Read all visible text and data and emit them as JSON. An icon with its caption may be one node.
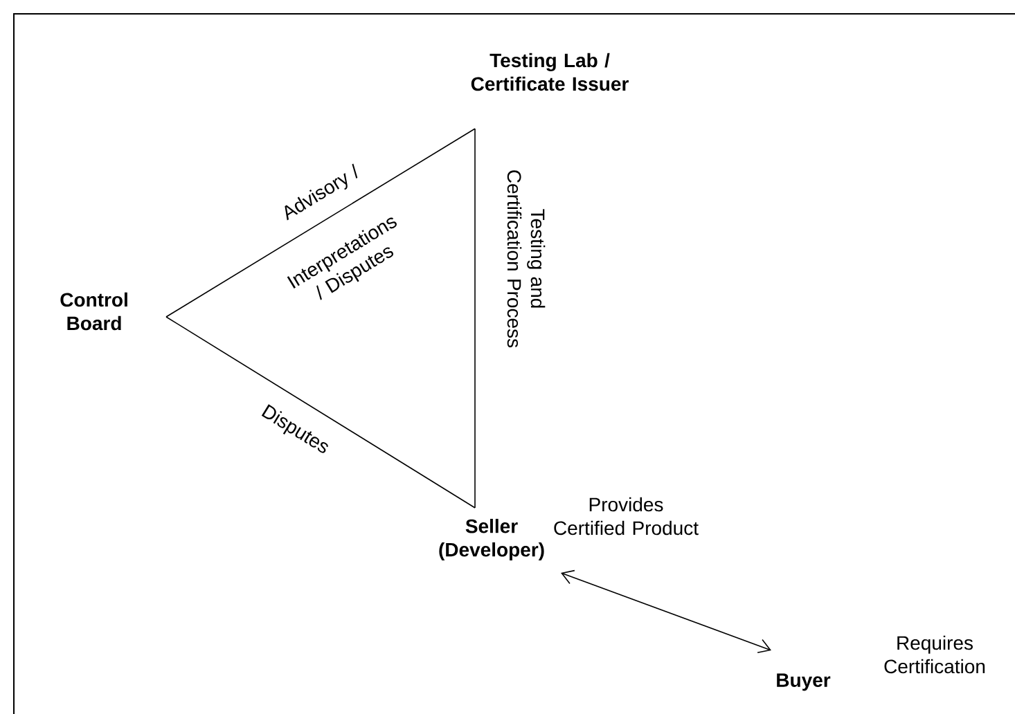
{
  "diagram": {
    "nodes": [
      {
        "text": [
          "Control Board"
        ]
      },
      {
        "text": [
          "Testing Lab / Certificate Issuer"
        ]
      },
      {
        "text": [
          "Seller (Developer)"
        ],
        "beside": [
          "Provides Certified Product"
        ]
      },
      {
        "text": [
          "Buyer"
        ],
        "beside": [
          "Requires Certification"
        ]
      }
    ],
    "edges": [
      {
        "from": 0,
        "to": 1,
        "arrow": "none",
        "label": "Advisory /"
      },
      {
        "from": 1,
        "to": 2,
        "arrow": "none",
        "label": "Testing and Certification Process"
      },
      {
        "from": 0,
        "to": 2,
        "arrow": "none",
        "label": "Disputes"
      },
      {
        "from": 2,
        "to": 3,
        "arrow": "both"
      }
    ],
    "labels": [
      "Interpretations / Disputes"
    ]
  }
}
